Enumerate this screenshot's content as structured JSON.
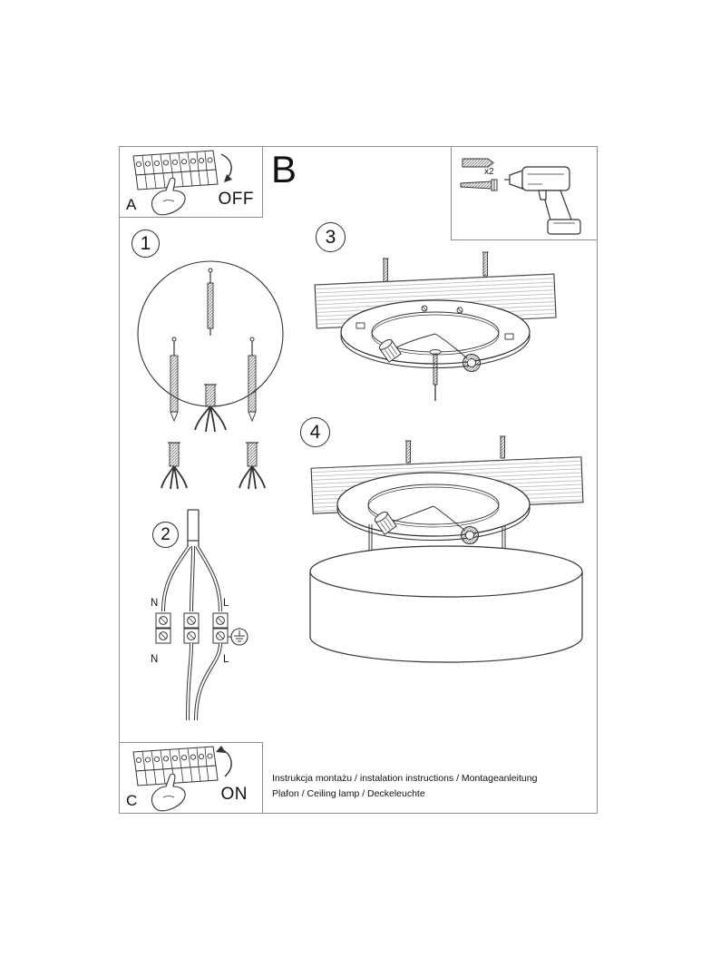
{
  "sections": {
    "a": "A",
    "b": "B",
    "c": "C"
  },
  "switch": {
    "off": "OFF",
    "on": "ON"
  },
  "tools": {
    "count": "x2"
  },
  "steps": {
    "s1": "1",
    "s2": "2",
    "s3": "3",
    "s4": "4"
  },
  "wiring": {
    "n_top": "N",
    "l_top": "L",
    "n_bottom": "N",
    "l_bottom": "L"
  },
  "footer": {
    "line1": "Instrukcja montażu / instalation instructions / Montageanleitung",
    "line2": "Plafon / Ceiling lamp / Deckeleuchte"
  }
}
